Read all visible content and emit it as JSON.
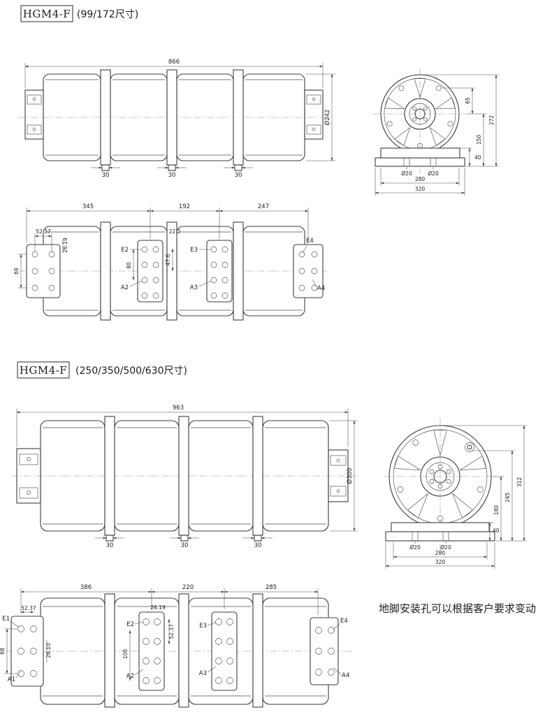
{
  "s1": {
    "model": "HGM4-F",
    "size": "(99/172尺寸)",
    "side": {
      "length": "866",
      "diameter": "Ø242",
      "groove": "30"
    },
    "end": {
      "height": "272",
      "d65": "65",
      "d150": "150",
      "d40": "40",
      "hole": "Ø20",
      "pitch": "280",
      "base": "320"
    },
    "ports": {
      "seg1": "345",
      "seg2": "192",
      "seg3": "247",
      "E2": "E2",
      "E3": "E3",
      "E4": "E4",
      "A2": "A2",
      "A3": "A3",
      "A4": "A4",
      "d5237": "52.37",
      "d2619": "26.19",
      "d222": "22.2",
      "d476": "47.6",
      "d69": "69",
      "d80": "80"
    }
  },
  "s2": {
    "model": "HGM4-F",
    "size": "(250/350/500/630尺寸)",
    "side": {
      "length": "963",
      "diameter": "Ø300",
      "groove": "30"
    },
    "end": {
      "height": "312",
      "d245": "245",
      "d180": "180",
      "d40": "40",
      "hole": "Ø20",
      "pitch": "280",
      "base": "320"
    },
    "ports": {
      "seg1": "386",
      "seg2": "220",
      "seg3": "285",
      "E1": "E1",
      "E2": "E2",
      "E3": "E3",
      "E4": "E4",
      "A1": "A1",
      "A2": "A2",
      "A3": "A3",
      "A4": "A4",
      "d5237l": "52.37",
      "d68": "68",
      "d2610": "26.10",
      "d2619": "26.19",
      "d5237m": "52.37",
      "d100": "100"
    },
    "note": "地脚安装孔可以根据客户要求变动"
  }
}
